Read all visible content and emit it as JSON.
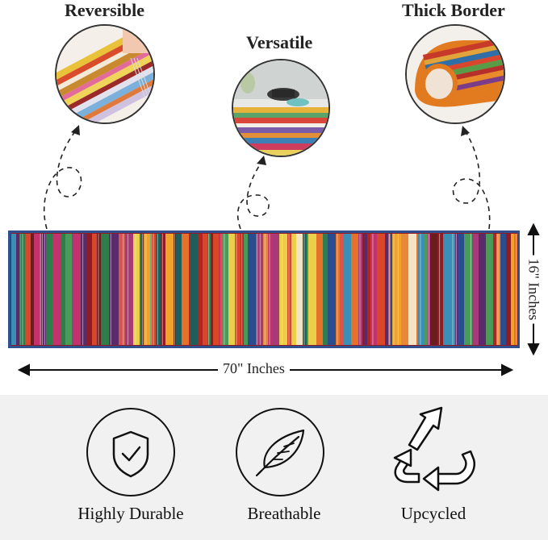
{
  "features": [
    {
      "title": "Reversible",
      "icon": "reversible-photo"
    },
    {
      "title": "Versatile",
      "icon": "versatile-photo"
    },
    {
      "title": "Thick Border",
      "icon": "thick-border-photo"
    }
  ],
  "dimensions": {
    "width_label": "70\" Inches",
    "height_label": "16\" Inches"
  },
  "benefits": [
    {
      "label": "Highly Durable",
      "icon": "shield-check-icon"
    },
    {
      "label": "Breathable",
      "icon": "feather-icon"
    },
    {
      "label": "Upcycled",
      "icon": "recycle-arrows-icon"
    }
  ],
  "colors": {
    "rug_border": "#2f4f8f",
    "band_background": "#f1f1f1",
    "icon_stroke": "#111111"
  }
}
